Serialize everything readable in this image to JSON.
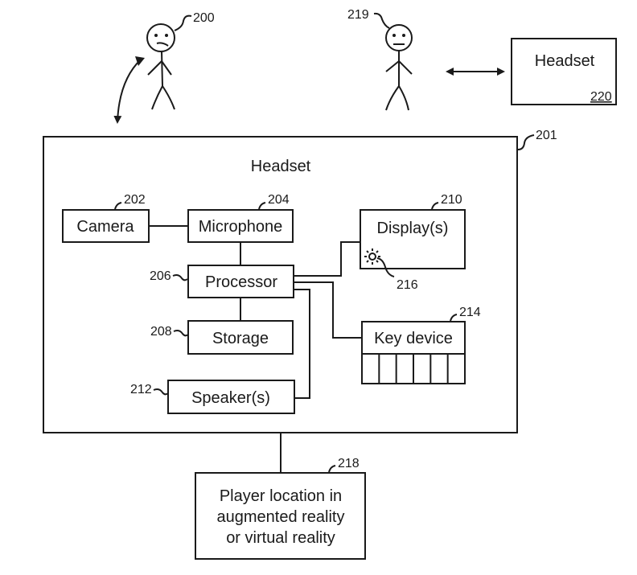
{
  "figure": {
    "people": [
      {
        "ref": "200",
        "expression": "frowning"
      },
      {
        "ref": "219",
        "expression": "neutral"
      }
    ],
    "external_headset": {
      "label": "Headset",
      "ref": "220"
    },
    "main_headset": {
      "label": "Headset",
      "ref": "201"
    },
    "components": {
      "camera": {
        "label": "Camera",
        "ref": "202"
      },
      "microphone": {
        "label": "Microphone",
        "ref": "204"
      },
      "processor": {
        "label": "Processor",
        "ref": "206"
      },
      "storage": {
        "label": "Storage",
        "ref": "208"
      },
      "display": {
        "label": "Display(s)",
        "ref": "210"
      },
      "light_indicator": {
        "ref": "216",
        "icon": "sun-icon"
      },
      "speaker": {
        "label": "Speaker(s)",
        "ref": "212"
      },
      "key_device": {
        "label": "Key device",
        "ref": "214",
        "key_count": 6
      }
    },
    "player_location": {
      "lines": [
        "Player location in",
        "augmented reality",
        "or virtual reality"
      ],
      "ref": "218"
    }
  }
}
